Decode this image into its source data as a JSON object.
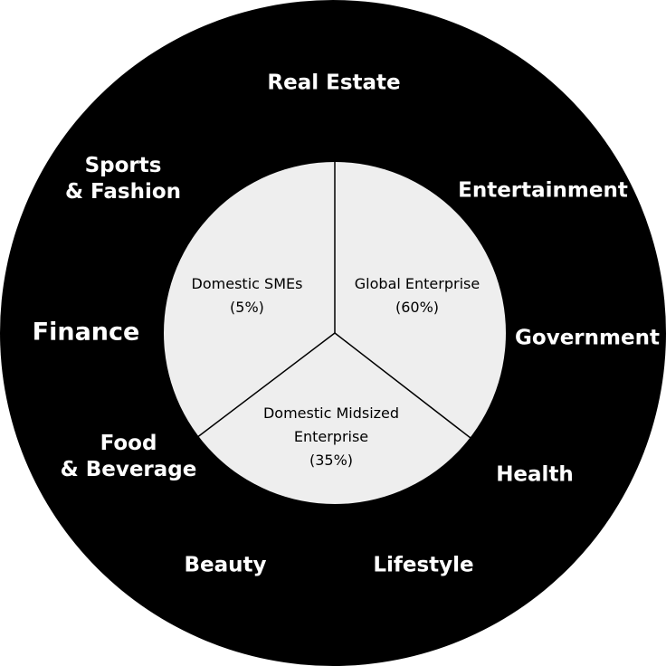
{
  "colors": {
    "ring": "#000000",
    "inner": "#eeeeee",
    "divider": "#000000",
    "industry_text": "#ffffff",
    "segment_text": "#000000"
  },
  "industries": {
    "real_estate": "Real Estate",
    "entertainment": "Entertainment",
    "government": "Government",
    "health": "Health",
    "lifestyle": "Lifestyle",
    "beauty": "Beauty",
    "food_beverage": "Food\n& Beverage",
    "finance": "Finance",
    "sports_fashion": "Sports\n& Fashion"
  },
  "segments": [
    {
      "name": "Domestic SMEs",
      "share": "(5%)"
    },
    {
      "name": "Global Enterprise",
      "share": "(60%)"
    },
    {
      "name": "Domestic Midsized\nEnterprise",
      "share": "(35%)"
    }
  ]
}
